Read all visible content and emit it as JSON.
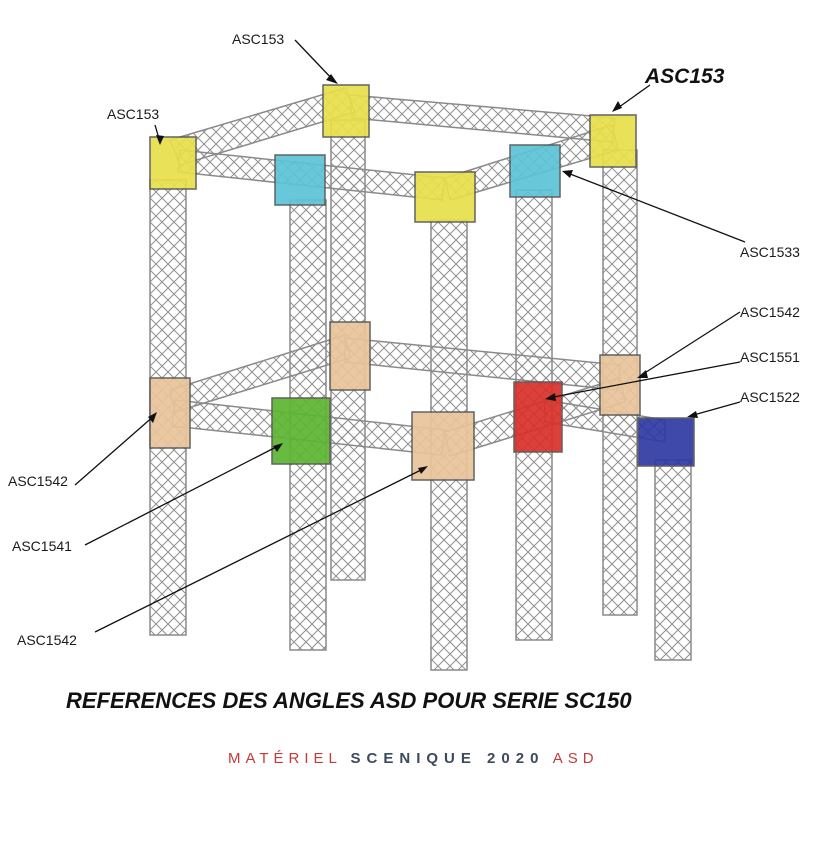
{
  "diagram": {
    "colors": {
      "truss": "#9a9a9a",
      "yellow": "#e8e04a",
      "cyan": "#5cc3d6",
      "tan": "#e9c49a",
      "green": "#5cb531",
      "red": "#d9302a",
      "blue": "#2f3aa3"
    },
    "labels": {
      "top_mid": "ASC153",
      "top_right": "ASC153",
      "top_left": "ASC153",
      "right_1533": "ASC1533",
      "right_1542": "ASC1542",
      "right_1551": "ASC1551",
      "right_1522": "ASC1522",
      "left_1542_upper": "ASC1542",
      "left_1541": "ASC1541",
      "left_1542_lower": "ASC1542"
    }
  },
  "title": "REFERENCES DES ANGLES  ASD POUR SERIE SC150",
  "footer": {
    "part1": "MATÉRIEL",
    "part2": "SCENIQUE 2020",
    "part3": "ASD"
  }
}
